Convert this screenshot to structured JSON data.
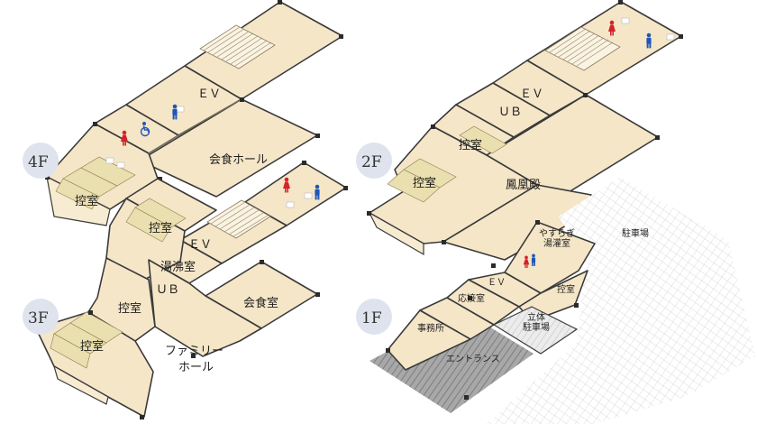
{
  "floors": [
    {
      "id": "4f",
      "badge": "4F"
    },
    {
      "id": "3f",
      "badge": "3F"
    },
    {
      "id": "2f",
      "badge": "2F"
    },
    {
      "id": "1f",
      "badge": "1F"
    }
  ],
  "rooms": {
    "f4_ev": "ＥＶ",
    "f4_hall": "会食ホール",
    "f4_hikae": "控室",
    "f3_hikae_a": "控室",
    "f3_ev": "ＥＶ",
    "f3_yuwakashi": "湯沸室",
    "f3_ub": "ＵＢ",
    "f3_hikae_b": "控室",
    "f3_kaishoku": "会食室",
    "f3_hikae_c": "控室",
    "f3_family_1": "ファミリー",
    "f3_family_2": "ホール",
    "f2_ev": "ＥＶ",
    "f2_ub": "ＵＢ",
    "f2_hikae_a": "控室",
    "f2_hikae_b": "控室",
    "f2_hououden": "鳳凰殿",
    "f1_yasuragi_1": "やすらぎ",
    "f1_yasuragi_2": "湯灌室",
    "f1_ev": "ＥＶ",
    "f1_ousetsu": "応接室",
    "f1_hikae": "控室",
    "f1_jimusho": "事務所",
    "f1_tachi_1": "立体",
    "f1_tachi_2": "駐車場",
    "f1_entrance": "エントランス",
    "f1_parking": "駐車場"
  },
  "colors": {
    "floor_fill": "#f5e6c8",
    "wall": "#3a3a3a",
    "badge": "#dfe3ee",
    "male_icon": "#1f57b8",
    "female_icon": "#d3232a",
    "accessible_icon": "#1f57b8",
    "entrance_paving": "#9c9c9c",
    "parking_paving": "#d9d9d9"
  },
  "icons": [
    "male-toilet-icon",
    "female-toilet-icon",
    "accessible-toilet-icon"
  ]
}
